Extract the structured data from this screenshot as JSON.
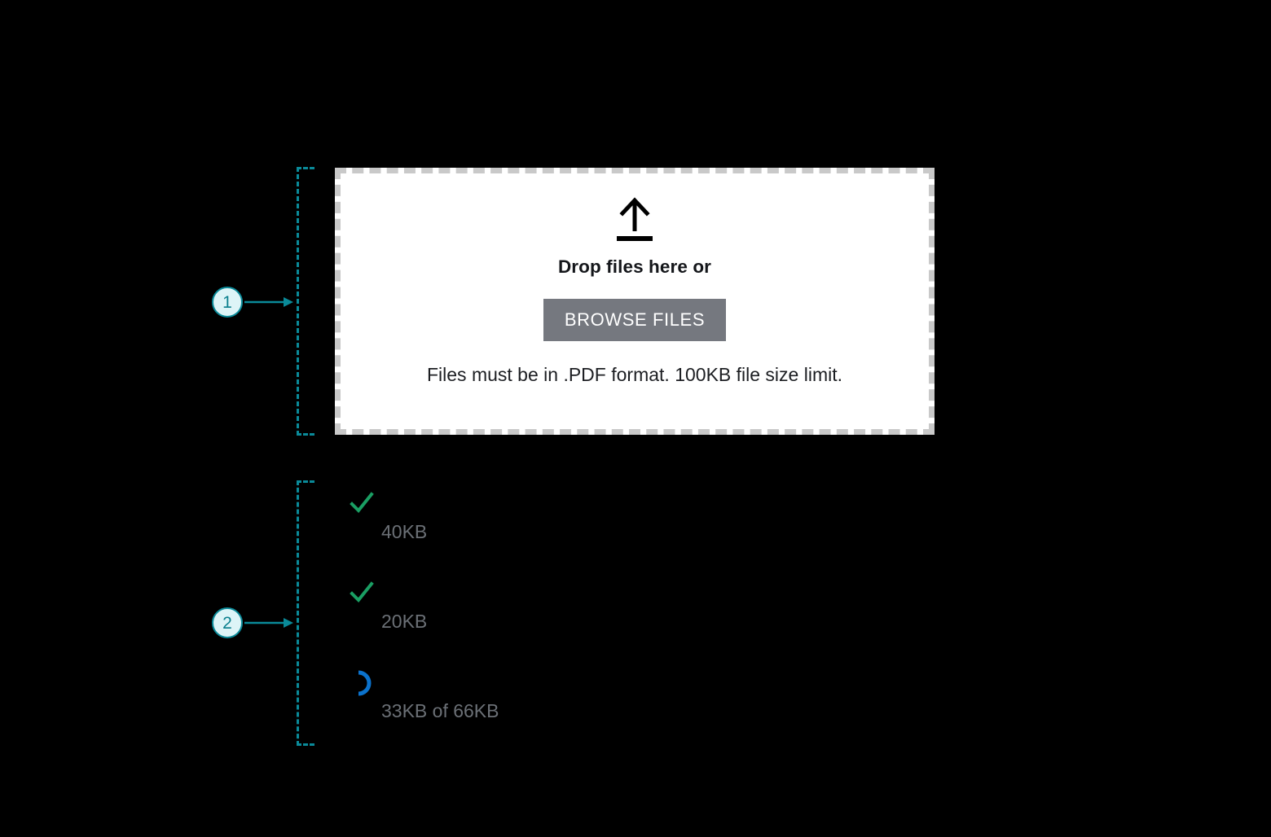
{
  "dropzone": {
    "icon": "upload-arrow-icon",
    "title": "Drop files here or",
    "browse_label": "BROWSE FILES",
    "hint": "Files must be in .PDF format. 100KB file size limit.",
    "border_color": "#c9c9c9",
    "background": "#ffffff",
    "button_color": "#75787f"
  },
  "file_list": {
    "files": [
      {
        "status": "complete",
        "status_icon": "check-icon",
        "name": "",
        "size": "40KB",
        "status_color": "#1a9e63"
      },
      {
        "status": "complete",
        "status_icon": "check-icon",
        "name": "",
        "size": "20KB",
        "status_color": "#1a9e63"
      },
      {
        "status": "uploading",
        "status_icon": "spinner-icon",
        "name": "",
        "size": "33KB of 66KB",
        "status_color": "#0b72cc"
      }
    ]
  },
  "callouts": [
    {
      "number": "1",
      "target": "dropzone"
    },
    {
      "number": "2",
      "target": "file-list"
    }
  ],
  "colors": {
    "accent_teal": "#0a8a99",
    "marker_fill": "#ddf4f7",
    "background": "#000000",
    "muted_text": "#6b7076"
  }
}
